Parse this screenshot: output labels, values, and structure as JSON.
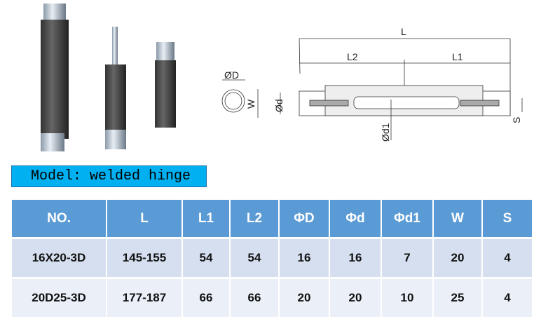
{
  "model_label": "Model: welded hinge",
  "drawing_labels": {
    "L": "L",
    "L1": "L1",
    "L2": "L2",
    "D": "ØD",
    "W": "W",
    "d": "Ød",
    "d1": "Ød1",
    "S": "S"
  },
  "table": {
    "headers": [
      "NO.",
      "L",
      "L1",
      "L2",
      "ΦD",
      "Φd",
      "Φd1",
      "W",
      "S"
    ],
    "rows": [
      [
        "16X20-3D",
        "145-155",
        "54",
        "54",
        "16",
        "16",
        "7",
        "20",
        "4"
      ],
      [
        "20D25-3D",
        "177-187",
        "66",
        "66",
        "20",
        "20",
        "10",
        "25",
        "4"
      ]
    ]
  }
}
